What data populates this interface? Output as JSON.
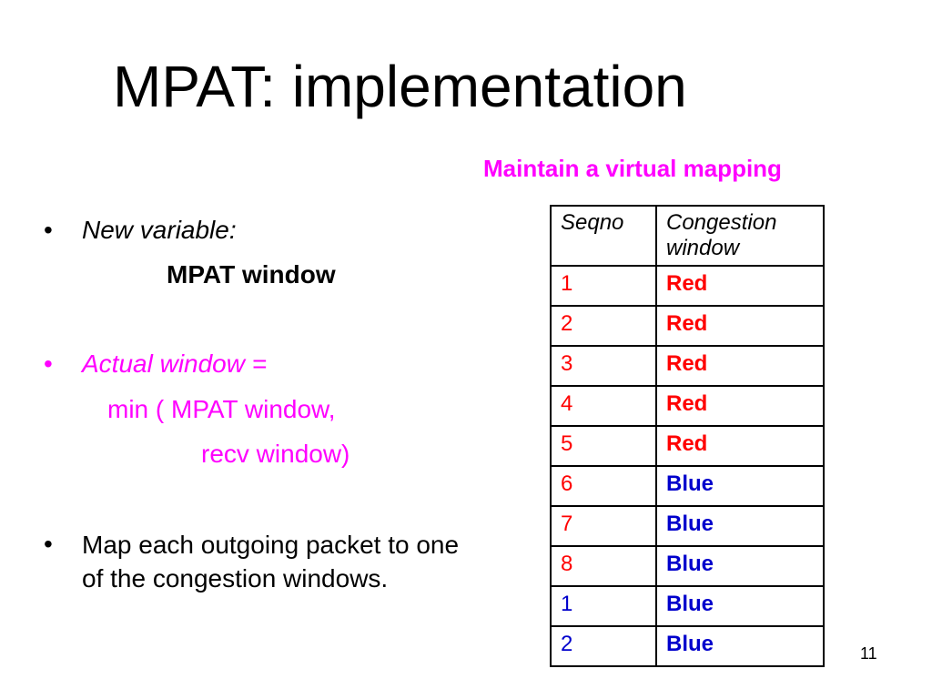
{
  "title": "MPAT: implementation",
  "subtitle": "Maintain a virtual mapping",
  "bullets": [
    {
      "marker": "•",
      "text": "New variable:",
      "sub": "MPAT window"
    },
    {
      "marker": "•",
      "text": "Actual window =",
      "sub1": "min ( MPAT window,",
      "sub2": "recv window)"
    },
    {
      "marker": "•",
      "text": "Map each outgoing packet to one of the congestion windows."
    }
  ],
  "table": {
    "headers": [
      "Seqno",
      "Congestion window"
    ],
    "rows": [
      [
        "1",
        "Red"
      ],
      [
        "2",
        "Red"
      ],
      [
        "3",
        "Red"
      ],
      [
        "4",
        "Red"
      ],
      [
        "5",
        "Red"
      ],
      [
        "6",
        "Blue"
      ],
      [
        "7",
        "Blue"
      ],
      [
        "8",
        "Blue"
      ],
      [
        "1",
        "Blue"
      ],
      [
        "2",
        "Blue"
      ]
    ]
  },
  "colors": {
    "red": "#ff0000",
    "blue": "#0000cc",
    "accent": "#ff00ff"
  },
  "page_number": "11"
}
